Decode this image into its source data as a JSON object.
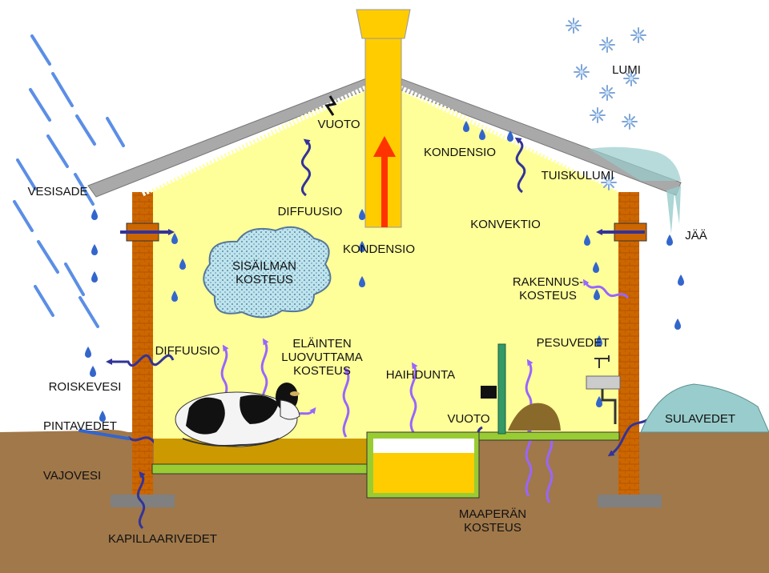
{
  "labels": {
    "lumi": "LUMI",
    "vuoto_roof": "VUOTO",
    "kondensio_roof": "KONDENSIO",
    "tuiskulumi": "TUISKULUMI",
    "vesisade": "VESISADE",
    "diffuusio_top": "DIFFUUSIO",
    "konvektio": "KONVEKTIO",
    "jaa": "JÄÄ",
    "sisailman_1": "SISÄILMAN",
    "sisailman_2": "KOSTEUS",
    "kondensio_mid": "KONDENSIO",
    "rakennus_1": "RAKENNUS-",
    "rakennus_2": "KOSTEUS",
    "diffuusio_wall": "DIFFUUSIO",
    "elainten_1": "ELÄINTEN",
    "elainten_2": "LUOVUTTAMA",
    "elainten_3": "KOSTEUS",
    "pesuvedet": "PESUVEDET",
    "haihdunta": "HAIHDUNTA",
    "roiskevesi": "ROISKEVESI",
    "pintavedet": "PINTAVEDET",
    "vuoto_floor": "VUOTO",
    "sulavedet": "SULAVEDET",
    "vajovesi": "VAJOVESI",
    "maapera_1": "MAAPERÄN",
    "maapera_2": "KOSTEUS",
    "kapillaarivedet": "KAPILLAARIVEDET"
  },
  "colors": {
    "interior": "#ffff99",
    "roof": "#a9a9a9",
    "chimney": "#ffcc00",
    "wall": "#cc6600",
    "ground": "#a0784a",
    "floor": "#cc9900",
    "slab_green": "#99cc33",
    "water": "#3366cc",
    "wave_purple": "#9966ff",
    "wave_navy": "#333399",
    "cloud": "#99ccdd",
    "heat_arrow": "#ff3300",
    "ice": "#99cccc"
  },
  "icons": [
    "snowflake-icon",
    "raindrop-icon",
    "cow-image",
    "water-tap-icon",
    "sink-icon",
    "cloud-icon",
    "leak-bolt-icon"
  ]
}
